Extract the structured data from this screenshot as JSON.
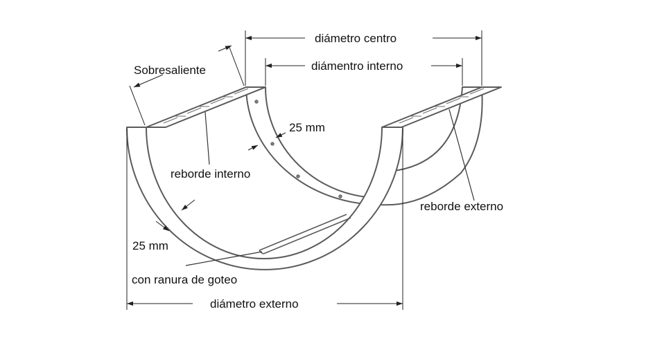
{
  "labels": {
    "diametro_centro": "diámetro centro",
    "diametro_interno": "diámentro interno",
    "sobresaliente": "Sobresaliente",
    "espesor_superior": "25 mm",
    "reborde_interno": "reborde interno",
    "reborde_externo": "reborde externo",
    "espesor_inferior": "25 mm",
    "ranura_goteo": "con ranura de goteo",
    "diametro_externo": "diámetro externo"
  },
  "colors": {
    "outline": "#5a5a5a",
    "text": "#111111",
    "background": "#ffffff"
  }
}
